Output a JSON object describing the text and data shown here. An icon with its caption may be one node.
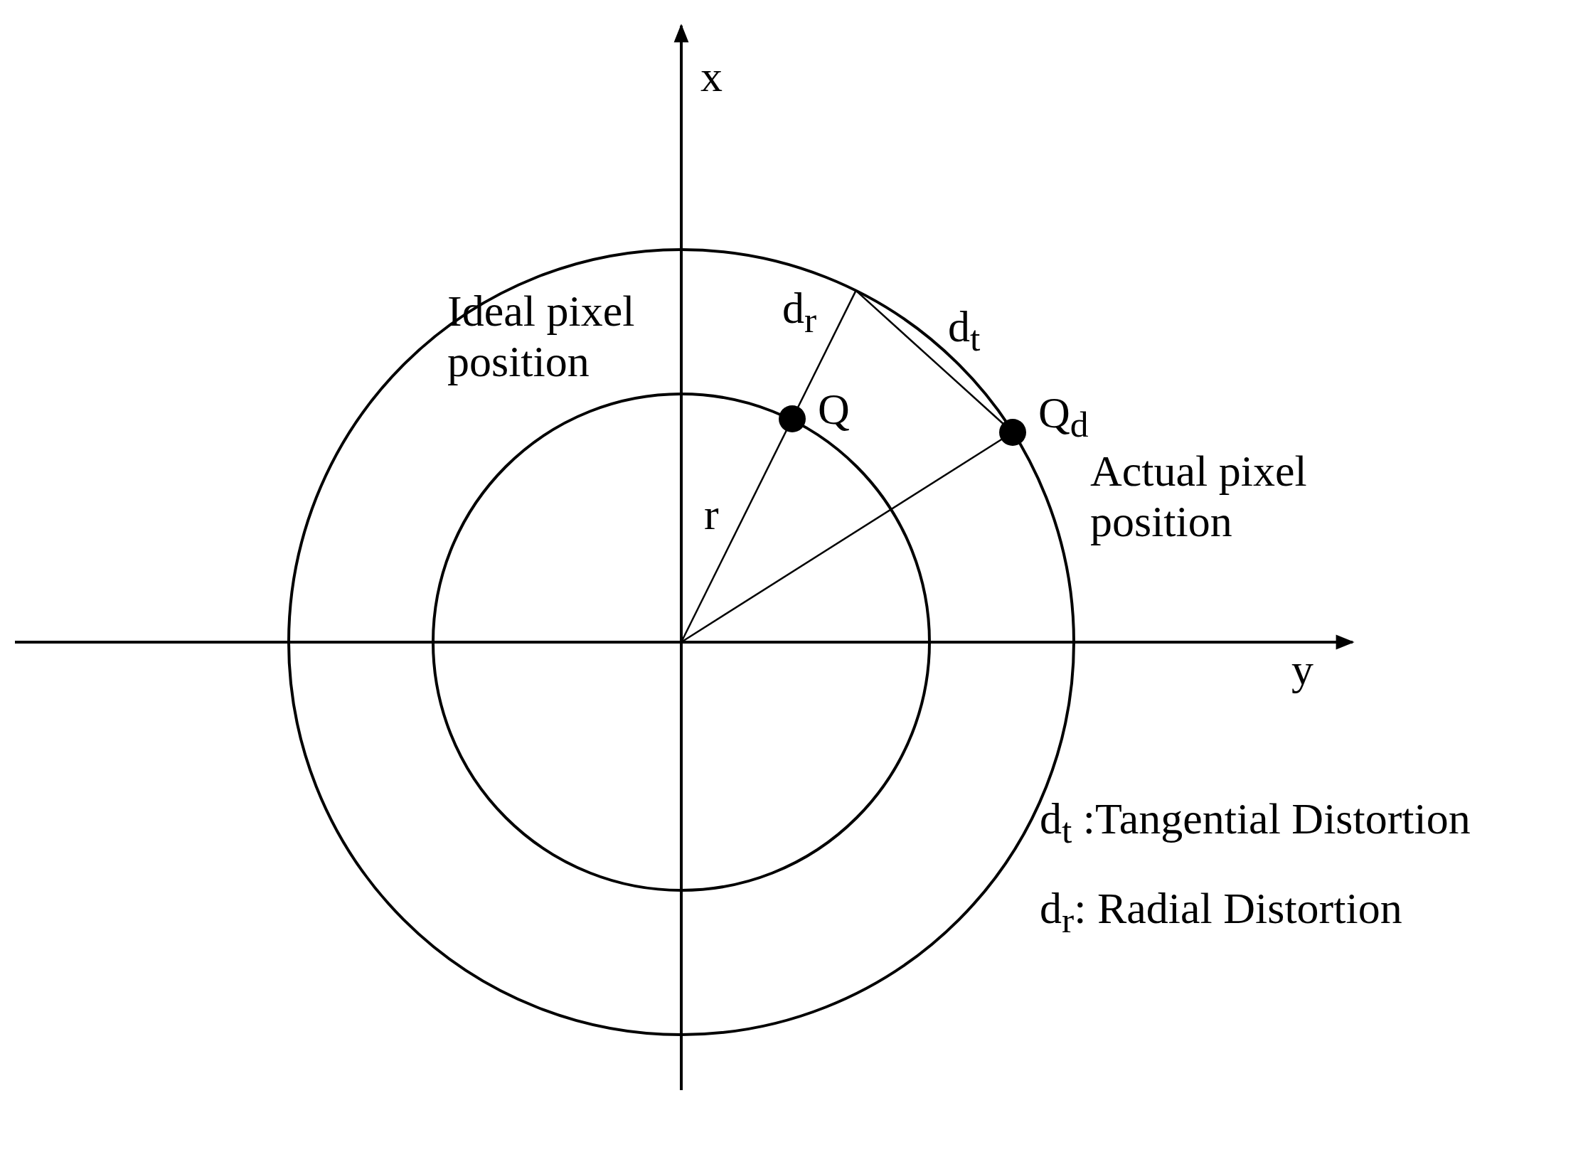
{
  "diagram": {
    "labels": [
      "x",
      "Ideal pixel position",
      "d$_{r}$",
      "d$_{t}$",
      "Q",
      "Q$_{d}$",
      "Actual pixel position",
      "r",
      "y",
      "d$_{t}$ :Tangential Distortion",
      "d$_{r}$: Radial Distortion"
    ]
  }
}
